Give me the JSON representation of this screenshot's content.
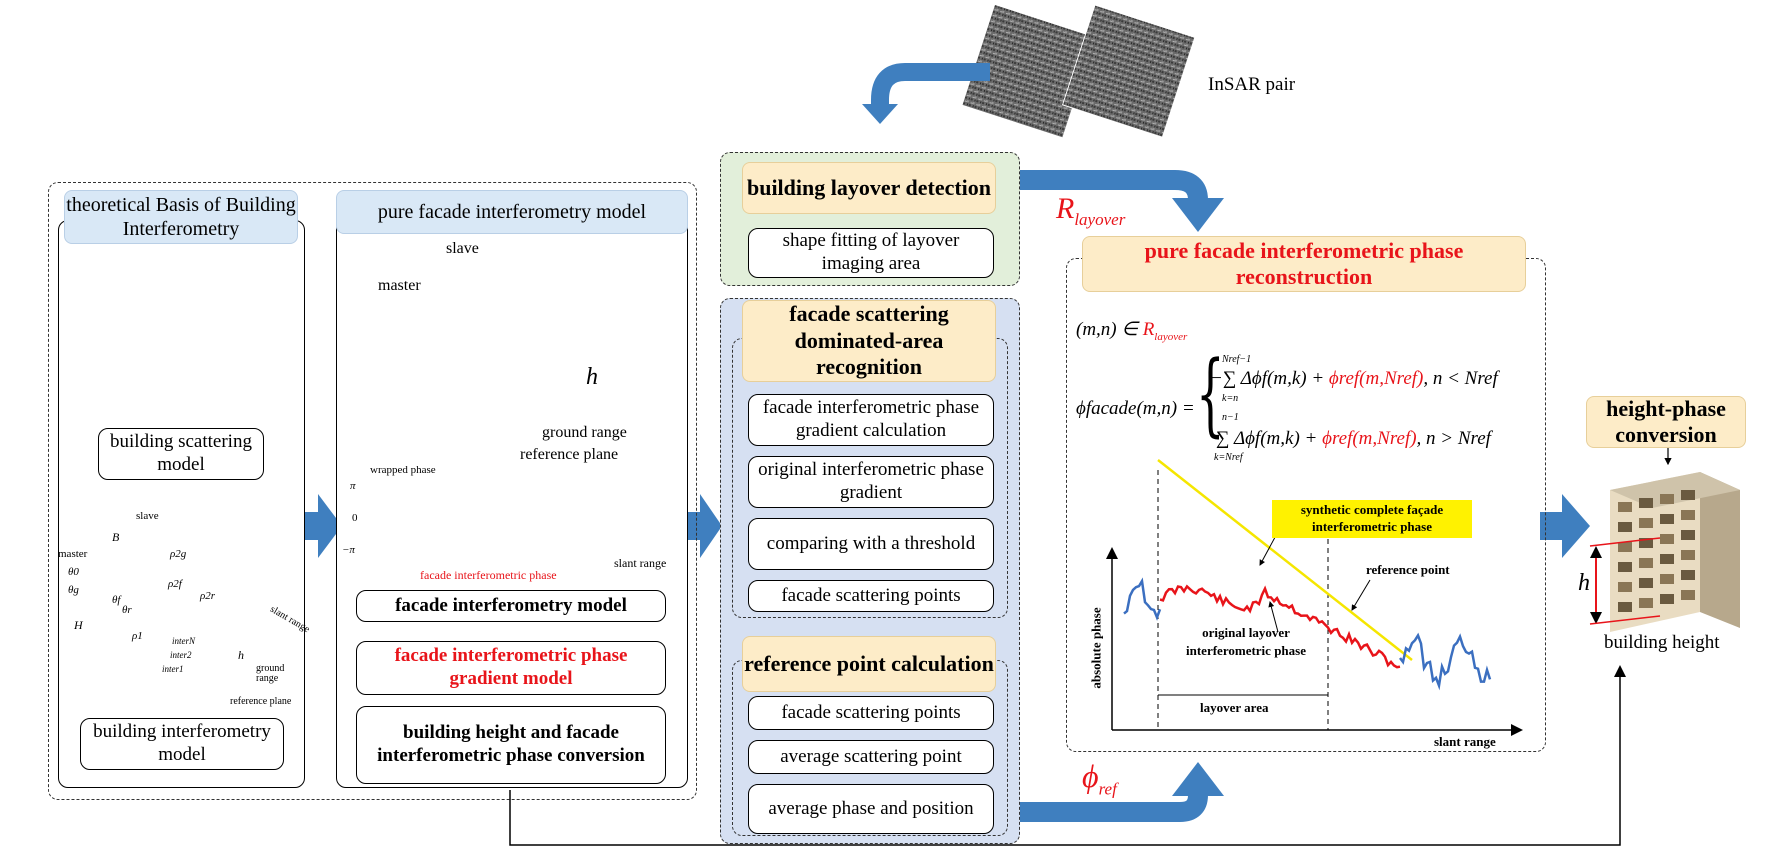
{
  "insar": {
    "label": "InSAR pair"
  },
  "left": {
    "title": "theoretical Basis of Building Interferometry",
    "scattering_model": "building scattering model",
    "interferometry_model": "building interferometry model",
    "geom": {
      "slave": "slave",
      "master": "master",
      "B": "B",
      "H": "H",
      "h": "h",
      "theta0": "θ0",
      "thetag": "θg",
      "thetaf": "θf",
      "thetar": "θr",
      "rho2g": "ρ2g",
      "rho2f": "ρ2f",
      "rho2r": "ρ2r",
      "rho1": "ρ1",
      "interN": "interN",
      "inter2": "inter2",
      "inter1": "inter1",
      "ground_range": "ground range",
      "slant_range": "slant range",
      "reference_plane": "reference plane"
    }
  },
  "facade_model": {
    "title": "pure facade interferometry model",
    "slave": "slave",
    "master": "master",
    "h": "h",
    "ground_range": "ground range",
    "reference_plane": "reference plane",
    "wrapped_phase": "wrapped phase",
    "pi": "π",
    "zero": "0",
    "neg_pi": "−π",
    "facade_phase_label": "facade interferometric phase",
    "slant_range": "slant range",
    "box1": "facade interferometry model",
    "box2": "facade interferometric phase gradient model",
    "box3": "building height and facade interferometric phase conversion"
  },
  "layover": {
    "title": "building layover detection",
    "sub": "shape fitting of layover imaging area"
  },
  "scattering": {
    "title": "facade scattering dominated-area recognition",
    "steps": [
      "facade interferometric phase gradient calculation",
      "original interferometric phase gradient",
      "comparing with a threshold",
      "facade scattering points"
    ]
  },
  "refpoint": {
    "title": "reference point calculation",
    "steps": [
      "facade scattering points",
      "average scattering point",
      "average phase and position"
    ]
  },
  "symbols": {
    "R": "R",
    "R_sub": "layover",
    "phi": "ϕ",
    "phi_sub": "ref"
  },
  "reconstruction": {
    "title": "pure facade interferometric phase reconstruction",
    "membership": {
      "lhs": "(m,n) ∈ ",
      "R": "R",
      "R_sub": "layover"
    },
    "eq_lhs": "ϕfacade(m,n) =",
    "eq_line1_pre": "−∑ Δϕf(m,k) + ",
    "eq_line1_ref": "ϕref(m,Nref)",
    "eq_line1_post": ", n < Nref",
    "eq_line2_pre": "∑ Δϕf(m,k) + ",
    "eq_line2_ref": "ϕref(m,Nref)",
    "eq_line2_post": ", n > Nref",
    "sum1_top": "Nref−1",
    "sum1_bot": "k=n",
    "sum2_top": "n−1",
    "sum2_bot": "k=Nref",
    "synthetic_label": "synthetic complete façade interferometric phase",
    "reference_point": "reference point",
    "original_label": "original layover interferometric phase",
    "layover_area": "layover area",
    "y_axis": "absolute phase",
    "x_axis": "slant range"
  },
  "height": {
    "title": "height-phase conversion",
    "h": "h",
    "label": "building height"
  }
}
